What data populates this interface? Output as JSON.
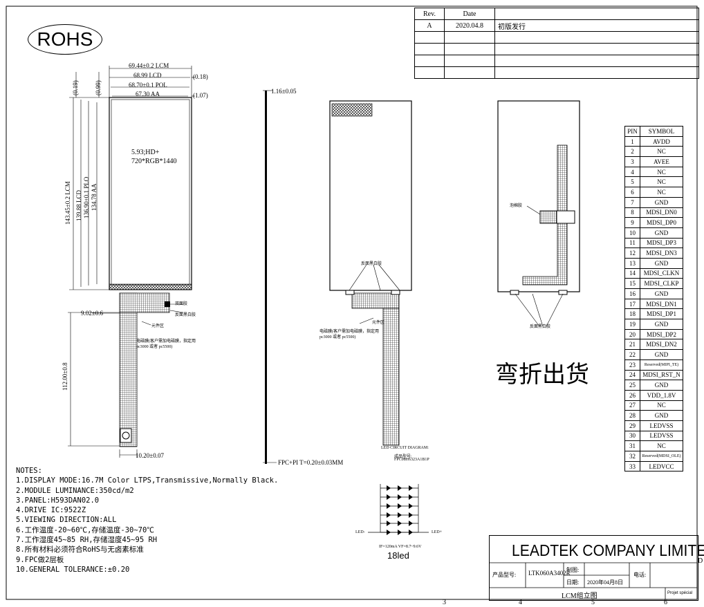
{
  "logo": {
    "rohs": "ROHS"
  },
  "revision_table": {
    "headers": [
      "Rev.",
      "Date",
      ""
    ],
    "rows": [
      [
        "A",
        "2020.04.8",
        "初版发行"
      ],
      [
        "",
        "",
        ""
      ],
      [
        "",
        "",
        ""
      ],
      [
        "",
        "",
        ""
      ],
      [
        "",
        "",
        ""
      ]
    ]
  },
  "front_view": {
    "dims_top": [
      "69.44±0.2 LCM",
      "68.99 LCD",
      "68.70±0.1 POL",
      "67.30 AA"
    ],
    "dims_right": [
      "(0.18)",
      "(1.07)"
    ],
    "dims_left_vertical": [
      "(0.19)",
      "(0.99)",
      "143.45±0.2 LCM",
      "139.88 LCD",
      "136.90±0.1 PLO",
      "134.78 AA"
    ],
    "display_spec": [
      "5.93;HD+",
      "720*RGB*1440"
    ],
    "fpc_dims": [
      "9.02±0.6",
      "112.00±0.8",
      "10.20±0.07"
    ],
    "fpc_labels": [
      "双面胶",
      "反面黑白胶",
      "元件区",
      "电磁膜(客户需加电磁膜，指定用",
      "pc3000 或者 pc5500)"
    ]
  },
  "side_view": {
    "dims": [
      "1.16±0.05",
      "FPC+PI T=0.20±0.03MM"
    ]
  },
  "back_view": {
    "labels": [
      "反面黑白胶",
      "元件区",
      "电磁膜(客户需加电磁膜，指定用",
      "pc3000 或者 pc5500)",
      "LED CIRCUIT DIAGRAM:",
      "成品型号:",
      "FPC08H6323A1B1P"
    ]
  },
  "bent_view": {
    "labels": [
      "泡棉胶",
      "反面黑白胶"
    ],
    "caption": "弯折出货"
  },
  "led_diagram": {
    "led_minus": "LED-",
    "led_plus": "LED+",
    "spec": "IF=120mA  VF=8.7~9.6V",
    "caption": "18led"
  },
  "pin_table": {
    "headers": [
      "PIN",
      "SYMBOL"
    ],
    "rows": [
      [
        "1",
        "AVDD"
      ],
      [
        "2",
        "NC"
      ],
      [
        "3",
        "AVEE"
      ],
      [
        "4",
        "NC"
      ],
      [
        "5",
        "NC"
      ],
      [
        "6",
        "NC"
      ],
      [
        "7",
        "GND"
      ],
      [
        "8",
        "MDSI_DN0"
      ],
      [
        "9",
        "MDSI_DP0"
      ],
      [
        "10",
        "GND"
      ],
      [
        "11",
        "MDSI_DP3"
      ],
      [
        "12",
        "MDSI_DN3"
      ],
      [
        "13",
        "GND"
      ],
      [
        "14",
        "MDSI_CLKN"
      ],
      [
        "15",
        "MDSI_CLKP"
      ],
      [
        "16",
        "GND"
      ],
      [
        "17",
        "MDSI_DN1"
      ],
      [
        "18",
        "MDSI_DP1"
      ],
      [
        "19",
        "GND"
      ],
      [
        "20",
        "MDSI_DP2"
      ],
      [
        "21",
        "MDSI_DN2"
      ],
      [
        "22",
        "GND"
      ],
      [
        "23",
        "Reserved(MIPI_TE)"
      ],
      [
        "24",
        "MDSI_RST_N"
      ],
      [
        "25",
        "GND"
      ],
      [
        "26",
        "VDD_1.8V"
      ],
      [
        "27",
        "NC"
      ],
      [
        "28",
        "GND"
      ],
      [
        "29",
        "LEDVSS"
      ],
      [
        "30",
        "LEDVSS"
      ],
      [
        "31",
        "NC"
      ],
      [
        "32",
        "Reserved(MDSI_OLE)"
      ],
      [
        "33",
        "LEDVCC"
      ]
    ]
  },
  "notes": [
    "NOTES:",
    "1.DISPLAY MODE:16.7M Color LTPS,Transmissive,Normally Black.",
    "2.MODULE LUMINANCE:350cd/m2",
    "3.PANEL:H593DAN02.0",
    "4.DRIVE IC:9522Z",
    "5.VIEWING DIRECTION:ALL",
    "6.工作温度-20~60℃,存储温度-30~70℃",
    "7.工作湿度45~85 RH,存储湿度45~95 RH",
    "8.所有材料必须符合RoHS与无卤素标准",
    "9.FPC做2层板",
    "10.GENERAL TOLERANCE:±0.20"
  ],
  "title_block": {
    "company": "LEADTEK COMPANY LIMITED",
    "product_label": "产品型号:",
    "product_no": "LTK060A3402R",
    "made_label": "制图:",
    "date_label": "日期:",
    "date_value": "2020年04月8日",
    "phone_label": "电话:",
    "drawing_name": "LCM组立图",
    "projet": "Projet spécial"
  },
  "border": {
    "col_numbers": [
      "3",
      "4",
      "5",
      "6"
    ],
    "row_letter": "D"
  }
}
